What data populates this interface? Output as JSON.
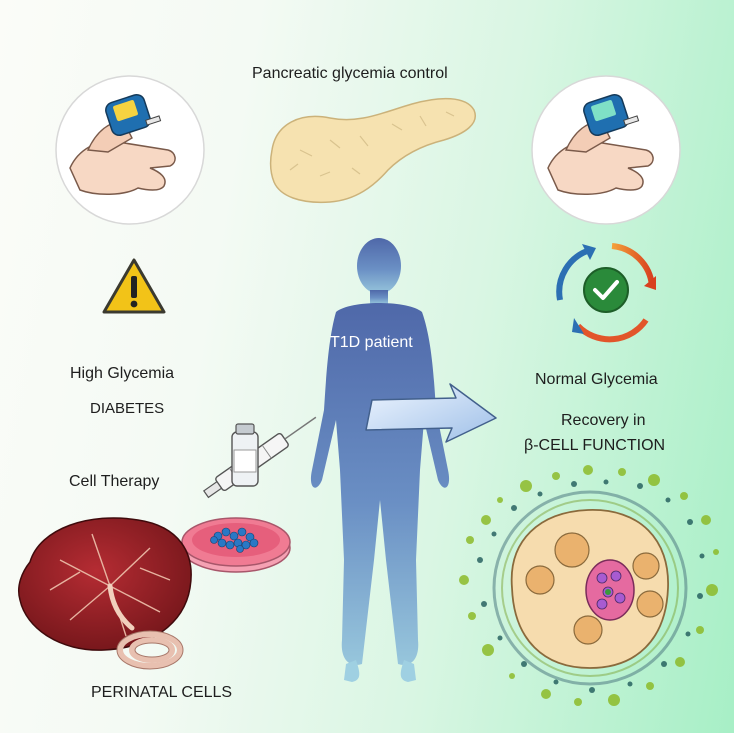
{
  "title": "Pancreatic glycemia control",
  "patient_label": "T1D patient",
  "left": {
    "high_glycemia": "High Glycemia",
    "diabetes": "DIABETES",
    "cell_therapy": "Cell Therapy",
    "perinatal_cells": "PERINATAL CELLS"
  },
  "right": {
    "normal_glycemia": "Normal Glycemia",
    "recovery_line1": "Recovery in",
    "recovery_line2": "β-CELL FUNCTION"
  },
  "colors": {
    "warning": "#f2c318",
    "pancreas": "#f6e2b0",
    "silhouette": "#4f6fae",
    "check_green": "#2a8a3a",
    "arrow_orange": "#e2552a",
    "arrow_blue": "#2c6fb3",
    "placenta": "#8e1e22",
    "dish": "#f07b93"
  }
}
